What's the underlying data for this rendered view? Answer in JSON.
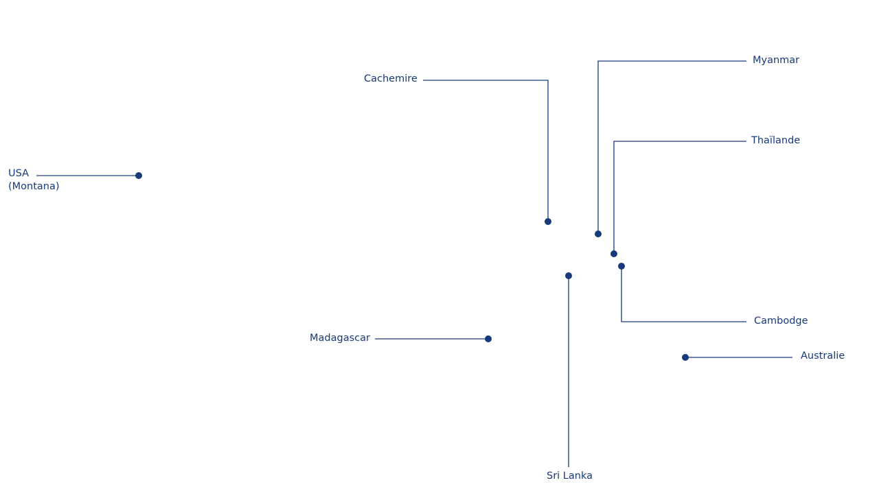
{
  "map": {
    "accent_color": "#173a7a",
    "background_color": "#ffffff",
    "locations": [
      {
        "id": "usa-montana",
        "label_lines": [
          "USA",
          "(Montana)"
        ]
      },
      {
        "id": "cachemire",
        "label_lines": [
          "Cachemire"
        ]
      },
      {
        "id": "myanmar",
        "label_lines": [
          "Myanmar"
        ]
      },
      {
        "id": "thailande",
        "label_lines": [
          "Thaïlande"
        ]
      },
      {
        "id": "cambodge",
        "label_lines": [
          "Cambodge"
        ]
      },
      {
        "id": "madagascar",
        "label_lines": [
          "Madagascar"
        ]
      },
      {
        "id": "australie",
        "label_lines": [
          "Australie"
        ]
      },
      {
        "id": "sri-lanka",
        "label_lines": [
          "Sri Lanka"
        ]
      }
    ]
  }
}
